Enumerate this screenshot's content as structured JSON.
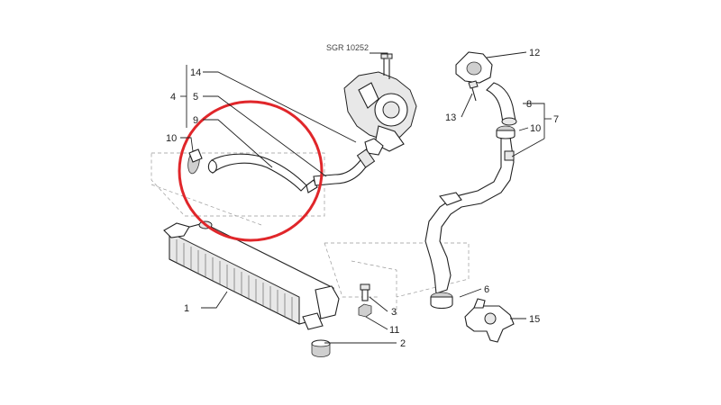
{
  "diagram": {
    "reference_code": "SGR 10252",
    "callouts": {
      "c1": "1",
      "c2": "2",
      "c3": "3",
      "c4": "4",
      "c5": "5",
      "c6": "6",
      "c7": "7",
      "c8": "8",
      "c9": "9",
      "c10a": "10",
      "c10b": "10",
      "c11": "11",
      "c12": "12",
      "c13": "13",
      "c14": "14",
      "c15": "15"
    },
    "highlight_color": "#e0262a"
  }
}
